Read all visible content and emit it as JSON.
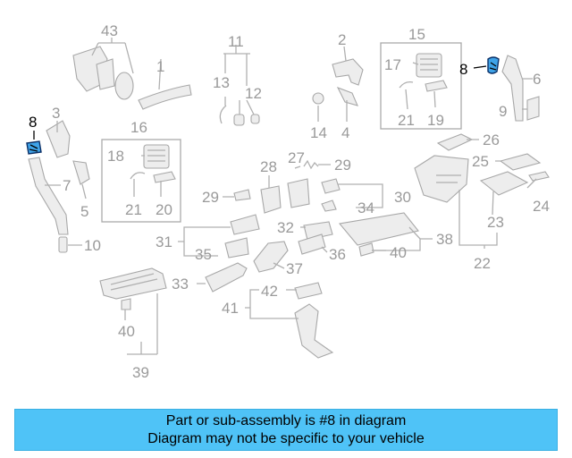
{
  "highlight_color": "#3fa3e8",
  "banner_color": "#4fc3f7",
  "labels": [
    {
      "key": "c43",
      "text": "43"
    },
    {
      "key": "c1",
      "text": "1"
    },
    {
      "key": "c11",
      "text": "11"
    },
    {
      "key": "c13",
      "text": "13"
    },
    {
      "key": "c12",
      "text": "12"
    },
    {
      "key": "c2",
      "text": "2"
    },
    {
      "key": "c14",
      "text": "14"
    },
    {
      "key": "c4",
      "text": "4"
    },
    {
      "key": "c15",
      "text": "15"
    },
    {
      "key": "c17",
      "text": "17"
    },
    {
      "key": "c21a",
      "text": "21"
    },
    {
      "key": "c19",
      "text": "19"
    },
    {
      "key": "c8r",
      "text": "8"
    },
    {
      "key": "c6",
      "text": "6"
    },
    {
      "key": "c9",
      "text": "9"
    },
    {
      "key": "c8l",
      "text": "8"
    },
    {
      "key": "c3",
      "text": "3"
    },
    {
      "key": "c7",
      "text": "7"
    },
    {
      "key": "c5",
      "text": "5"
    },
    {
      "key": "c10",
      "text": "10"
    },
    {
      "key": "c16",
      "text": "16"
    },
    {
      "key": "c18",
      "text": "18"
    },
    {
      "key": "c21b",
      "text": "21"
    },
    {
      "key": "c20",
      "text": "20"
    },
    {
      "key": "c26",
      "text": "26"
    },
    {
      "key": "c27",
      "text": "27"
    },
    {
      "key": "c29a",
      "text": "29"
    },
    {
      "key": "c28",
      "text": "28"
    },
    {
      "key": "c25",
      "text": "25"
    },
    {
      "key": "c29b",
      "text": "29"
    },
    {
      "key": "c30",
      "text": "30"
    },
    {
      "key": "c34",
      "text": "34"
    },
    {
      "key": "c24",
      "text": "24"
    },
    {
      "key": "c23",
      "text": "23"
    },
    {
      "key": "c31",
      "text": "31"
    },
    {
      "key": "c32",
      "text": "32"
    },
    {
      "key": "c35",
      "text": "35"
    },
    {
      "key": "c36",
      "text": "36"
    },
    {
      "key": "c40a",
      "text": "40"
    },
    {
      "key": "c38",
      "text": "38"
    },
    {
      "key": "c22",
      "text": "22"
    },
    {
      "key": "c37",
      "text": "37"
    },
    {
      "key": "c33",
      "text": "33"
    },
    {
      "key": "c42",
      "text": "42"
    },
    {
      "key": "c41",
      "text": "41"
    },
    {
      "key": "c40b",
      "text": "40"
    },
    {
      "key": "c39",
      "text": "39"
    }
  ],
  "banner": {
    "line1": "Part or sub-assembly is #8 in diagram",
    "line2": "Diagram may not be specific to your vehicle"
  }
}
